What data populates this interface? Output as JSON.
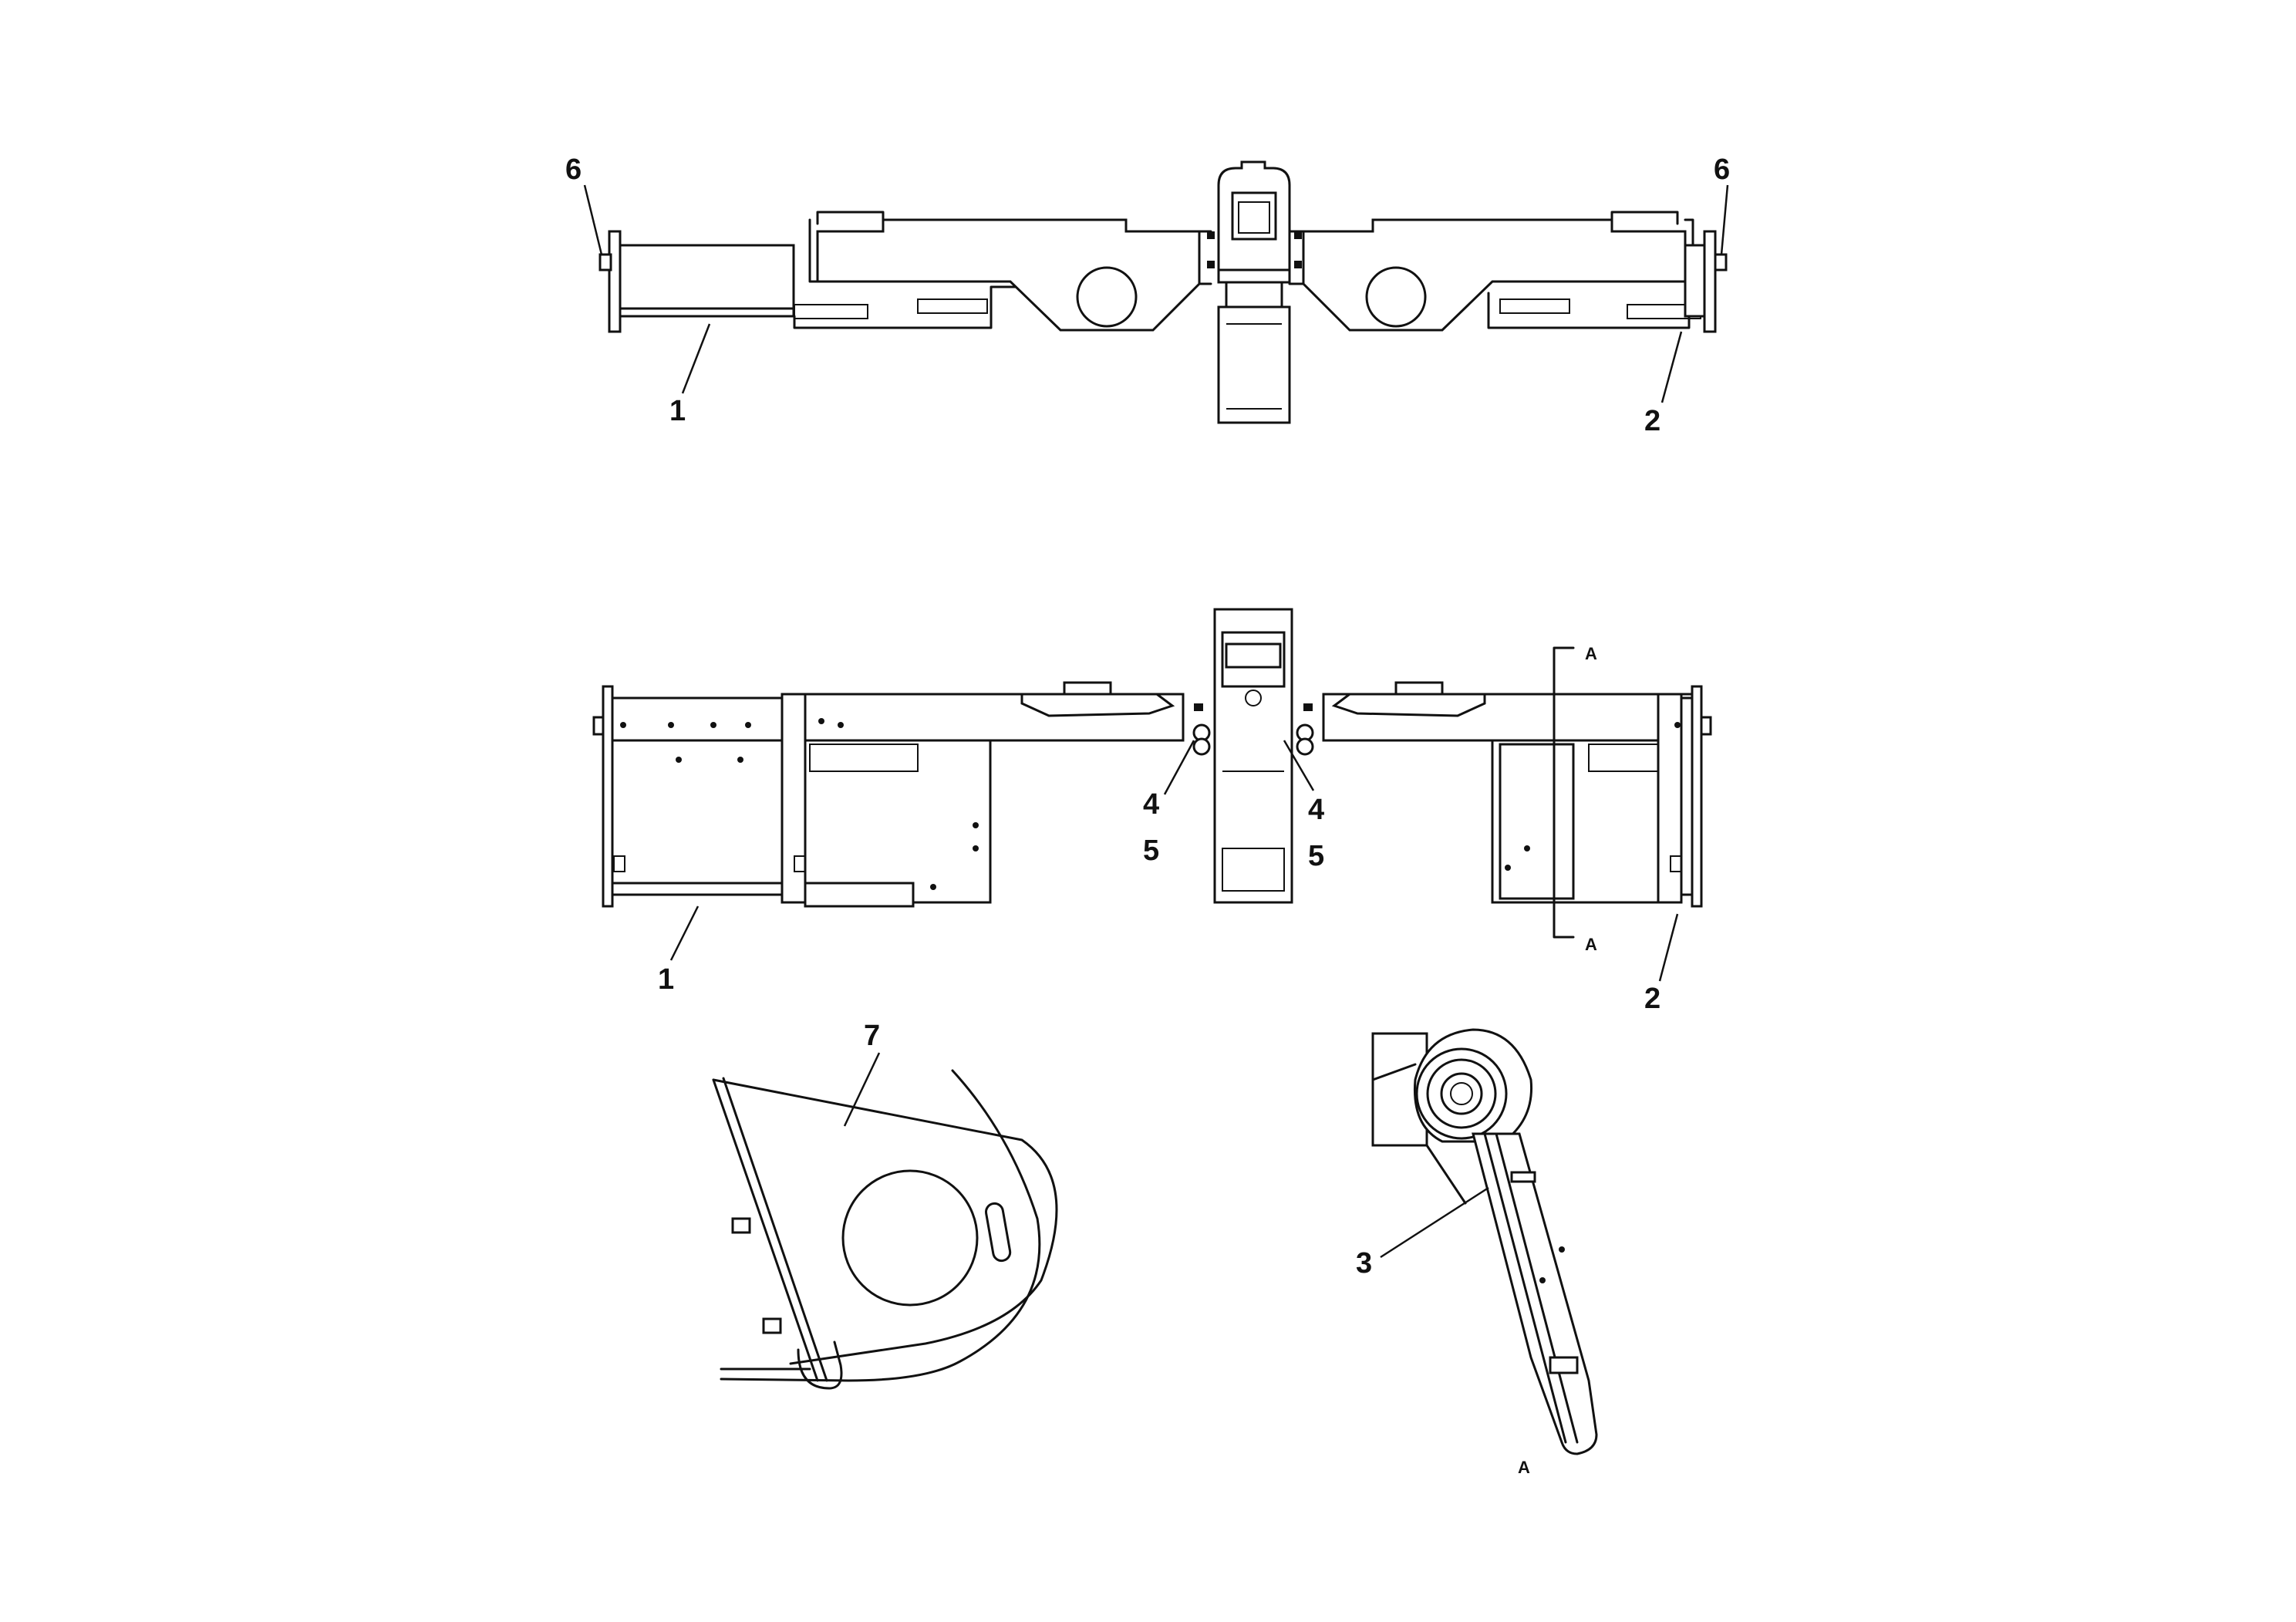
{
  "callouts": {
    "top_left_6": "6",
    "top_right_6": "6",
    "top_left_1": "1",
    "top_right_2": "2",
    "mid_left_4": "4",
    "mid_left_5": "5",
    "mid_right_4": "4",
    "mid_right_5": "5",
    "mid_left_1": "1",
    "mid_right_2": "2",
    "detail_7": "7",
    "detail_3": "3"
  },
  "section_marks": {
    "top": "A",
    "bottom": "A",
    "detail": "A"
  }
}
